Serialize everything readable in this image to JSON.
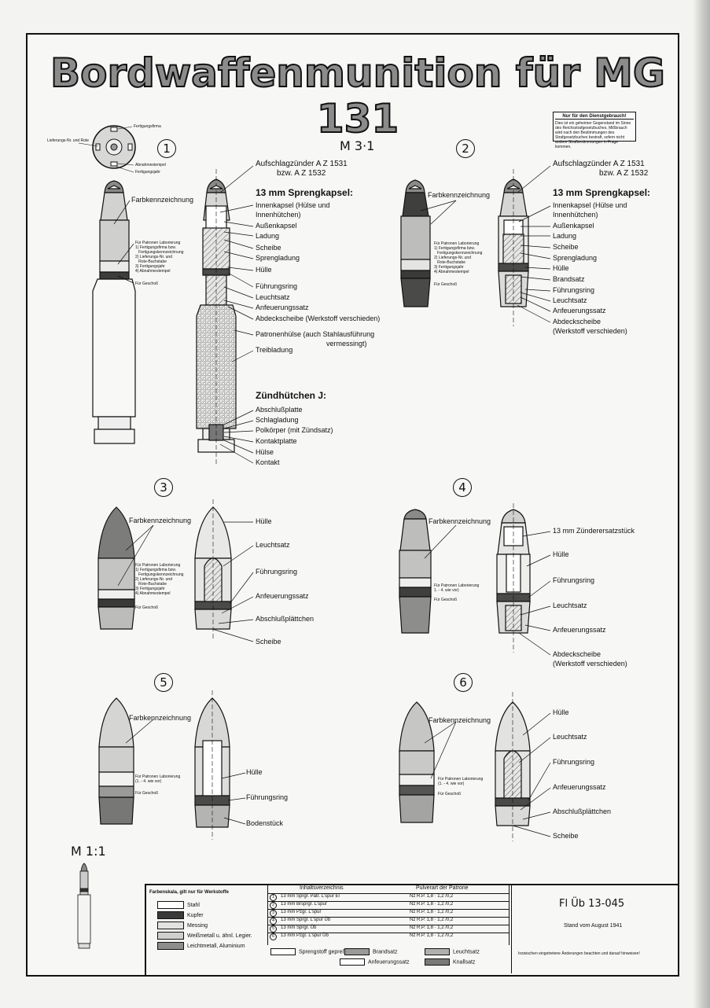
{
  "title": "Bordwaffenmunition für MG 131",
  "notice": {
    "heading": "Nur für den Dienstgebrauch!",
    "text": "Dies ist ein geheimer Gegenstand im Sinne des Reichsstrafgesetzbuches. Mißbrauch wird nach den Bestimmungen des Strafgesetzbuches bestraft, sofern nicht andere Strafbestimmungen in Frage kommen."
  },
  "scale_top": "M 3·1",
  "scale_small": "M 1:1",
  "numbers": [
    "1",
    "2",
    "3",
    "4",
    "5",
    "6"
  ],
  "base_view": {
    "firm": "Fertigungsfirma",
    "lot": "Lieferungs-Nr. und Rote",
    "inspector": "Abnahmestempel",
    "year": "Fertigungsjahr"
  },
  "fig1": {
    "farb": "Farbkennzeichnung",
    "lab": "Für Patronen Laborierung\n1) Fertigungsfirma bzw.\n   Fertigungskennzeichnung\n2) Lieferungs-Nr. und\n   Rote-Buchstabe\n3) Fertigungsjahr\n4) Abnahmestempel",
    "gesch": "Für Geschoß",
    "fuse": "Aufschlagzünder  A Z 1531",
    "fuse2": "bzw.  A Z 1532",
    "head1": "13 mm Sprengkapsel:",
    "parts": [
      "Innenkapsel (Hülse und",
      "Innenhütchen)",
      "Außenkapsel",
      "Ladung",
      "Scheibe",
      "Sprengladung",
      "Hülle",
      "Führungsring",
      "Leuchtsatz",
      "Anfeuerungssatz",
      "Abdeckscheibe  (Werkstoff verschieden)",
      "Patronenhülse     (auch Stahlausführung",
      "vermessingt)",
      "Treibladung"
    ],
    "head2": "Zündhütchen J:",
    "parts2": [
      "Abschlußplatte",
      "Schlagladung",
      "Polkörper (mit Zündsatz)",
      "Kontaktplatte",
      "Hülse",
      "Kontakt"
    ]
  },
  "fig2": {
    "farb": "Farbkennzeichnung",
    "lab": "Für Patronen Laborierung\n1) Fertigungsfirma bzw.\n   Fertigungskennzeichnung\n2) Lieferungs-Nr. und\n   Rote-Buchstabe\n3) Fertigungsjahr\n4) Abnahmestempel",
    "gesch": "Für Geschoß",
    "fuse": "Aufschlagzünder  A Z 1531",
    "fuse2": "bzw.  A Z 1532",
    "head1": "13 mm Sprengkapsel:",
    "parts": [
      "Innenkapsel (Hülse und",
      "Innenhütchen)",
      "Außenkapsel",
      "Ladung",
      "Scheibe",
      "Sprengladung",
      "Hülle",
      "Brandsatz",
      "Führungsring",
      "Leuchtsatz",
      "Anfeuerungssatz",
      "Abdeckscheibe",
      "(Werkstoff verschieden)"
    ]
  },
  "fig3": {
    "farb": "Farbkennzeichnung",
    "lab": "Für Patronen Laborierung\n1) Fertigungsfirma bzw.\n   Fertigungskennzeichnung\n2) Lieferungs-Nr. und\n   Rote-Buchstabe\n3) Fertigungsjahr\n4) Abnahmestempel",
    "gesch": "Für Geschoß",
    "parts": [
      "Hülle",
      "Leuchtsatz",
      "Führungsring",
      "Anfeuerungssatz",
      "Abschlußplättchen",
      "Scheibe"
    ]
  },
  "fig4": {
    "farb": "Farbkennzeichnung",
    "lab": "Für Patronen Laborierung\n1. - 4. wie vor)",
    "gesch": "Für Geschoß",
    "parts": [
      "13 mm Zünderersatzstück",
      "Hülle",
      "Führungsring",
      "Leuchtsatz",
      "Anfeuerungssatz",
      "Abdeckscheibe",
      "(Werkstoff verschieden)"
    ]
  },
  "fig5": {
    "farb": "Farbkennzeichnung",
    "lab": "Für Patronen Laborierung\n(1. - 4. wie vor)",
    "gesch": "Für Geschoß",
    "parts": [
      "Hülle",
      "Führungsring",
      "Bodenstück"
    ]
  },
  "fig6": {
    "farb": "Farbkennzeichnung",
    "lab": "Für Patronen Laborierung\n(1. - 4. wie vor)",
    "gesch": "Für Geschoß",
    "parts": [
      "Hülle",
      "Leuchtsatz",
      "Führungsring",
      "Anfeuerungssatz",
      "Abschlußplättchen",
      "Scheibe"
    ]
  },
  "legend": {
    "heading": "Farbenskala, gilt nur für Werkstoffe",
    "items": [
      "Stahl",
      "Kupfer",
      "Messing",
      "Weißmetall u. ähnl. Legier.",
      "Leichtmetall, Aluminium"
    ],
    "colors": [
      "#ffffff",
      "#3a3a3a",
      "#e2e2e0",
      "#cfcfcd",
      "#8e8e8c"
    ]
  },
  "contents": {
    "h1": "Inhaltsverzeichnis",
    "h2": "Pulverart der Patrone",
    "rows": [
      {
        "n": "1",
        "a": "13 mm Sprgr. Patr. L'spur El",
        "b": "Nz R.P. 1,8 · 1,2 /0,2"
      },
      {
        "n": "2",
        "a": "13 mm Brsprgr. L'spur",
        "b": "Nz R.P. 1,8 · 1,2 /0,2"
      },
      {
        "n": "3",
        "a": "13 mm Pzgr. L'spur",
        "b": "Nz R.P. 1,8 · 1,2 /0,2"
      },
      {
        "n": "4",
        "a": "13 mm Sprgr. L'spur Üb",
        "b": "Nz R.P. 1,8 · 1,2 /0,2"
      },
      {
        "n": "5",
        "a": "13 mm Sprgr. Üb",
        "b": "Nz R.P. 1,8 · 1,2 /0,2"
      },
      {
        "n": "6",
        "a": "13 mm Pzgr. L'spur Üb",
        "b": "Nz R.P. 1,8 · 1,2 /0,2"
      }
    ]
  },
  "fills": [
    {
      "label": "Sprengstoff gepreßt",
      "color": "#ffffff"
    },
    {
      "label": "Brandsatz",
      "color": "#9a9a98"
    },
    {
      "label": "Leuchtsatz",
      "color": "#b0b0ae"
    },
    {
      "label": "Anfeuerungssatz",
      "color": "#ffffff"
    },
    {
      "label": "Knallsatz",
      "color": "#7a7a78"
    }
  ],
  "doc": {
    "id": "Fl Üb 13-045",
    "stand": "Stand vom August 1941",
    "note": "Inzwischen eingetretene Änderungen beachten und darauf hinweisen!"
  }
}
